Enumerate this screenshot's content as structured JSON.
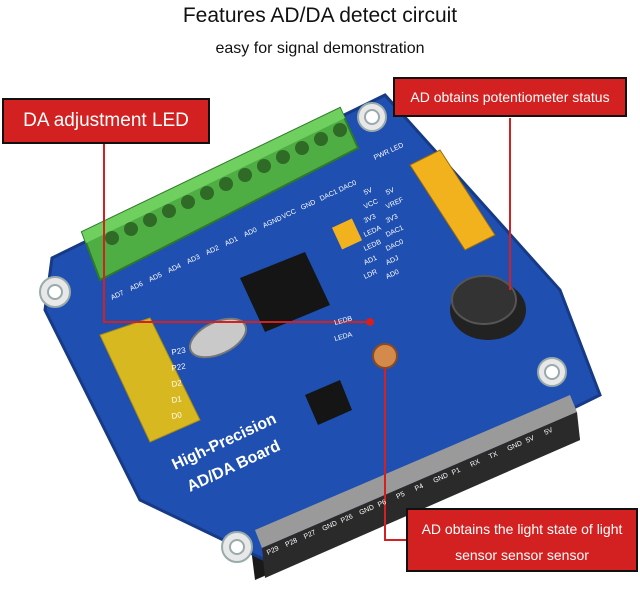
{
  "header": {
    "title": "Features AD/DA detect circuit",
    "subtitle": "easy for signal demonstration"
  },
  "callouts": {
    "da_led": "DA adjustment LED",
    "ad_pot": "AD obtains potentiometer status",
    "ad_light_line1": "AD obtains the light state of light",
    "ad_light_line2": "sensor sensor sensor"
  },
  "board": {
    "name_line1": "High-Precision",
    "name_line2": "AD/DA Board",
    "terminal_labels": [
      "AD7",
      "AD6",
      "AD5",
      "AD4",
      "AD3",
      "AD2",
      "AD1",
      "AD0",
      "AGND",
      "VCC",
      "GND",
      "DAC1",
      "DAC0"
    ],
    "pwr_led": "PWR LED",
    "jumper_labels": [
      "5V",
      "5V",
      "VCC",
      "VREF",
      "3V3",
      "3V3",
      "LEDA",
      "DAC1",
      "LEDB",
      "DAC0",
      "AD1",
      "ADJ",
      "LDR",
      "AD0"
    ],
    "left_labels": [
      "P23",
      "P22",
      "D2",
      "D1",
      "D0"
    ],
    "bottom_labels": [
      "P29",
      "P28",
      "P27",
      "GND",
      "P26",
      "GND",
      "P6",
      "P5",
      "P4",
      "GND",
      "P1",
      "RX",
      "TX",
      "GND",
      "5V",
      "5V"
    ],
    "led_labels": [
      "LEDB",
      "LEDA"
    ]
  },
  "colors": {
    "pcb": "#1f4fb0",
    "terminal": "#57b84a",
    "header_pins": "#e2c62a",
    "callout": "#d32020"
  }
}
